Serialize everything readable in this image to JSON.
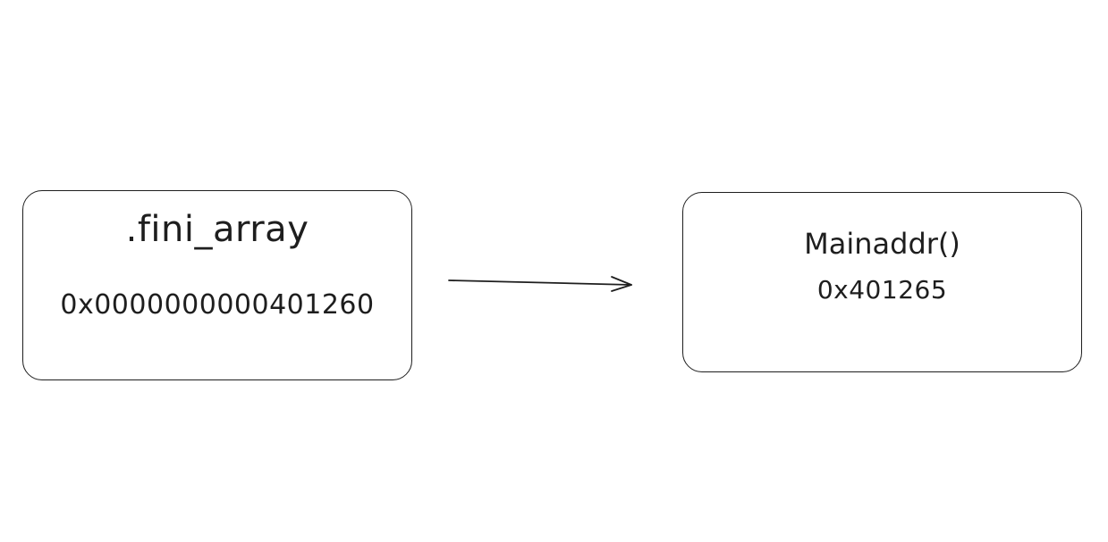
{
  "nodes": {
    "fini_array": {
      "title": ".fini_array",
      "address": "0x0000000000401260"
    },
    "mainaddr": {
      "title": "Mainaddr()",
      "address": "0x401265"
    }
  },
  "edges": [
    {
      "from": "fini_array",
      "to": "mainaddr",
      "style": "arrow"
    }
  ],
  "colors": {
    "stroke": "#1e1e1e",
    "background": "#ffffff"
  }
}
